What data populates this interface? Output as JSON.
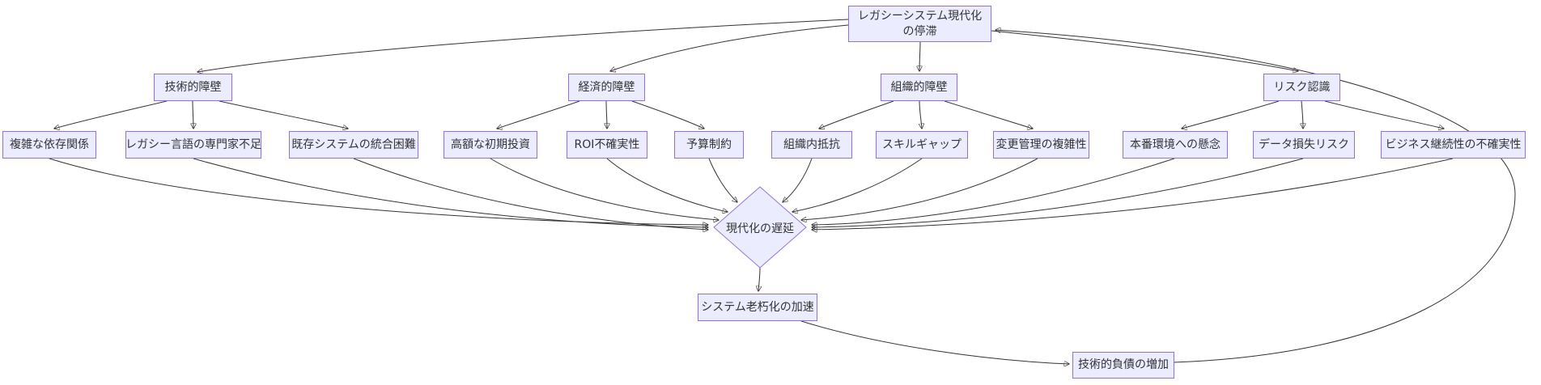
{
  "diagram": {
    "type": "flowchart",
    "language": "ja",
    "colors": {
      "node_fill": "#ECECFF",
      "node_border": "#9370DB",
      "edge": "#333333",
      "text": "#333333",
      "background": "#ffffff"
    },
    "nodes": {
      "root": {
        "label": "レガシーシステム現代化の停滞",
        "shape": "rect"
      },
      "technical": {
        "label": "技術的障壁",
        "shape": "rect"
      },
      "economic": {
        "label": "経済的障壁",
        "shape": "rect"
      },
      "organizational": {
        "label": "組織的障壁",
        "shape": "rect"
      },
      "risk": {
        "label": "リスク認識",
        "shape": "rect"
      },
      "dependencies": {
        "label": "複雑な依存関係",
        "shape": "rect"
      },
      "experts": {
        "label": "レガシー言語の専門家不足",
        "shape": "rect"
      },
      "integration": {
        "label": "既存システムの統合困難",
        "shape": "rect"
      },
      "investment": {
        "label": "高額な初期投資",
        "shape": "rect"
      },
      "roi": {
        "label": "ROI不確実性",
        "shape": "rect"
      },
      "budget": {
        "label": "予算制約",
        "shape": "rect"
      },
      "resistance": {
        "label": "組織内抵抗",
        "shape": "rect"
      },
      "skill_gap": {
        "label": "スキルギャップ",
        "shape": "rect"
      },
      "change_mgmt": {
        "label": "変更管理の複雑性",
        "shape": "rect"
      },
      "production": {
        "label": "本番環境への懸念",
        "shape": "rect"
      },
      "data_loss": {
        "label": "データ損失リスク",
        "shape": "rect"
      },
      "continuity": {
        "label": "ビジネス継続性の不確実性",
        "shape": "rect"
      },
      "delay": {
        "label": "現代化の遅延",
        "shape": "diamond"
      },
      "aging": {
        "label": "システム老朽化の加速",
        "shape": "rect"
      },
      "debt": {
        "label": "技術的負債の増加",
        "shape": "rect"
      }
    },
    "edges": [
      {
        "from": "root",
        "to": "technical"
      },
      {
        "from": "root",
        "to": "economic"
      },
      {
        "from": "root",
        "to": "organizational"
      },
      {
        "from": "root",
        "to": "risk"
      },
      {
        "from": "technical",
        "to": "dependencies"
      },
      {
        "from": "technical",
        "to": "experts"
      },
      {
        "from": "technical",
        "to": "integration"
      },
      {
        "from": "economic",
        "to": "investment"
      },
      {
        "from": "economic",
        "to": "roi"
      },
      {
        "from": "economic",
        "to": "budget"
      },
      {
        "from": "organizational",
        "to": "resistance"
      },
      {
        "from": "organizational",
        "to": "skill_gap"
      },
      {
        "from": "organizational",
        "to": "change_mgmt"
      },
      {
        "from": "risk",
        "to": "production"
      },
      {
        "from": "risk",
        "to": "data_loss"
      },
      {
        "from": "risk",
        "to": "continuity"
      },
      {
        "from": "dependencies",
        "to": "delay"
      },
      {
        "from": "experts",
        "to": "delay"
      },
      {
        "from": "integration",
        "to": "delay"
      },
      {
        "from": "investment",
        "to": "delay"
      },
      {
        "from": "roi",
        "to": "delay"
      },
      {
        "from": "budget",
        "to": "delay"
      },
      {
        "from": "resistance",
        "to": "delay"
      },
      {
        "from": "skill_gap",
        "to": "delay"
      },
      {
        "from": "change_mgmt",
        "to": "delay"
      },
      {
        "from": "production",
        "to": "delay"
      },
      {
        "from": "data_loss",
        "to": "delay"
      },
      {
        "from": "continuity",
        "to": "delay"
      },
      {
        "from": "delay",
        "to": "aging"
      },
      {
        "from": "aging",
        "to": "debt"
      },
      {
        "from": "debt",
        "to": "root"
      }
    ]
  }
}
